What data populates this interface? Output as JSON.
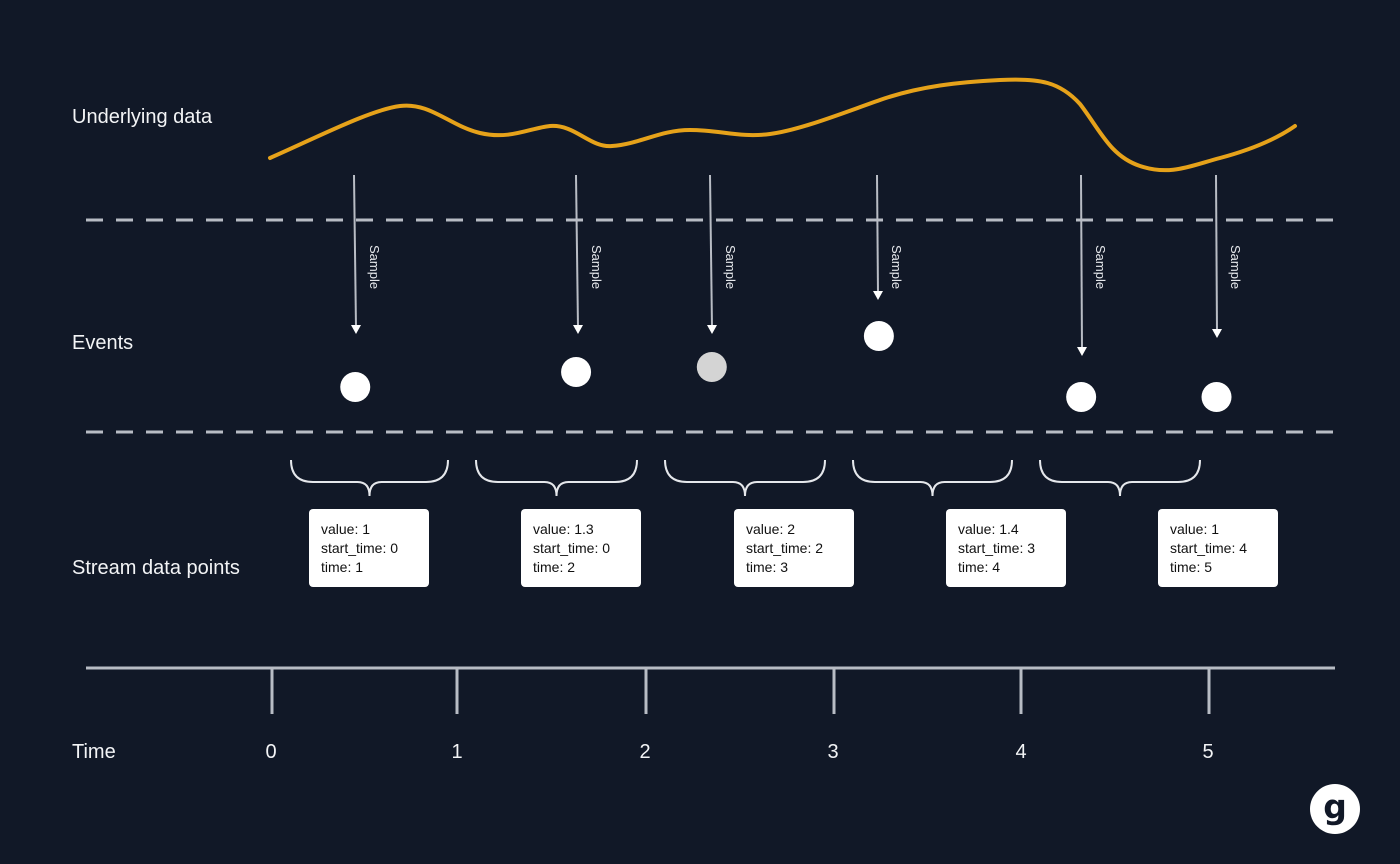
{
  "labels": {
    "underlying": "Underlying data",
    "events": "Events",
    "stream": "Stream data points",
    "time": "Time"
  },
  "sample_label": "Sample",
  "samples": [
    {
      "event_time": 0.45
    },
    {
      "event_time": 1.63
    },
    {
      "event_time": 2.35
    },
    {
      "event_time": 3.24
    },
    {
      "event_time": 4.32
    },
    {
      "event_time": 5.04
    }
  ],
  "data_points": [
    {
      "value": "value: 1",
      "start_time": "start_time: 0",
      "time": "time: 1"
    },
    {
      "value": "value: 1.3",
      "start_time": "start_time: 0",
      "time": "time: 2"
    },
    {
      "value": "value: 2",
      "start_time": "start_time: 2",
      "time": "time: 3"
    },
    {
      "value": "value: 1.4",
      "start_time": "start_time: 3",
      "time": "time: 4"
    },
    {
      "value": "value: 1",
      "start_time": "start_time: 4",
      "time": "time: 5"
    }
  ],
  "time_ticks": [
    "0",
    "1",
    "2",
    "3",
    "4",
    "5"
  ],
  "colors": {
    "background": "#111827",
    "curve": "#e6a21a",
    "lines": "#b8bcc4",
    "event_dot": "#ffffff",
    "event_dot_muted": "#d4d4d4"
  },
  "logo_icon": "g-logo"
}
